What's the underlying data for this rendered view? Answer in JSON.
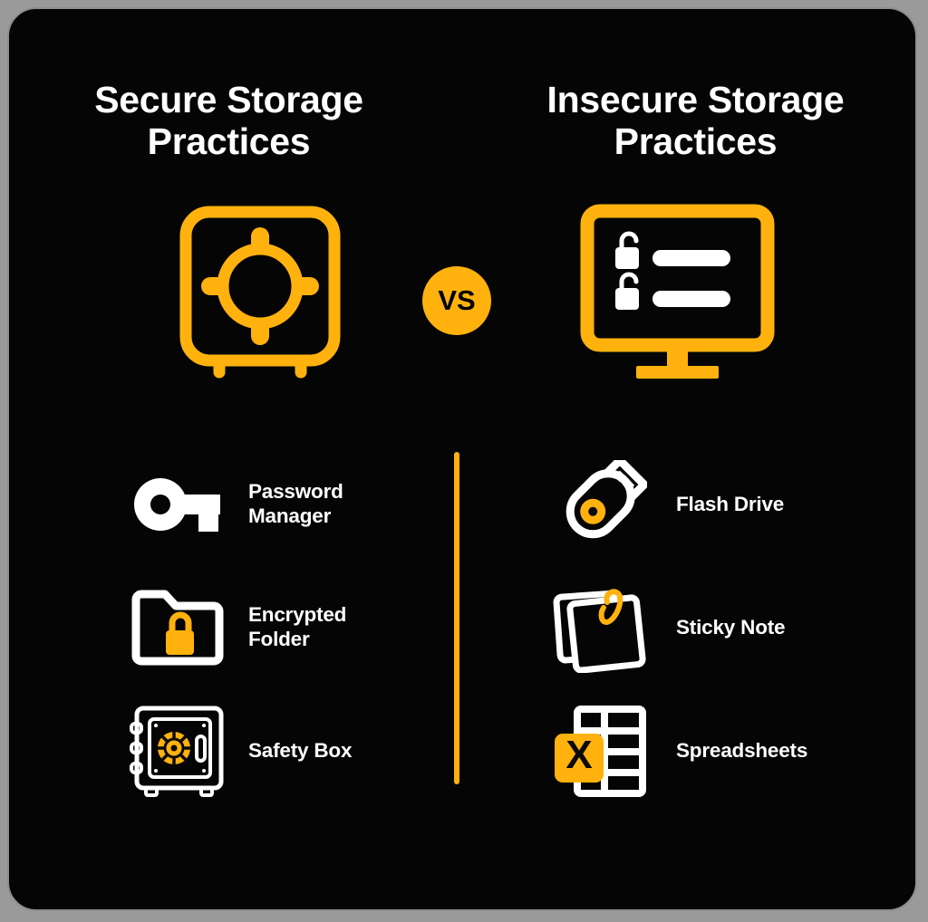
{
  "theme": {
    "background": "#9a9a9a",
    "card_background": "#050505",
    "card_border": "#8d8d8d",
    "accent": "#FFB20D",
    "text": "#FFFFFF"
  },
  "headings": {
    "left": "Secure Storage\nPractices",
    "right": "Insecure Storage\nPractices"
  },
  "vs_badge": {
    "label": "VS"
  },
  "hero_icons": {
    "left": "safe-vault-icon",
    "right": "monitor-unlocked-passwords-icon"
  },
  "secure_items": [
    {
      "icon": "key-icon",
      "label": "Password\nManager"
    },
    {
      "icon": "encrypted-folder-icon",
      "label": "Encrypted\nFolder"
    },
    {
      "icon": "safety-box-icon",
      "label": "Safety Box"
    }
  ],
  "insecure_items": [
    {
      "icon": "flash-drive-icon",
      "label": "Flash Drive"
    },
    {
      "icon": "sticky-note-icon",
      "label": "Sticky Note"
    },
    {
      "icon": "spreadsheet-icon",
      "label": "Spreadsheets"
    }
  ],
  "spreadsheet_badge_letter": "X"
}
